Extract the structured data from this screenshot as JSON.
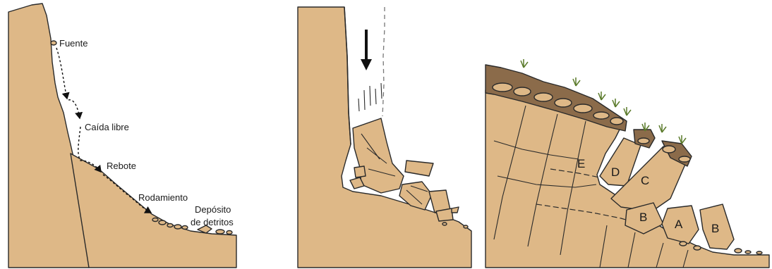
{
  "colors": {
    "rock": "#deb887",
    "soil": "#8b6b4a",
    "outline": "#2a2a2a",
    "background": "#ffffff",
    "grass": "#5a7a2a"
  },
  "panel_rockfall": {
    "labels": {
      "source": "Fuente",
      "free_fall": "Caída libre",
      "bounce": "Rebote",
      "rolling": "Rodamiento",
      "deposit_line1": "Depósito",
      "deposit_line2": "de detritos"
    }
  },
  "panel_collapse": {
    "arrow_icon": "down-arrow-icon"
  },
  "panel_toppling": {
    "blocks": [
      "E",
      "D",
      "C",
      "B",
      "A",
      "B"
    ]
  }
}
